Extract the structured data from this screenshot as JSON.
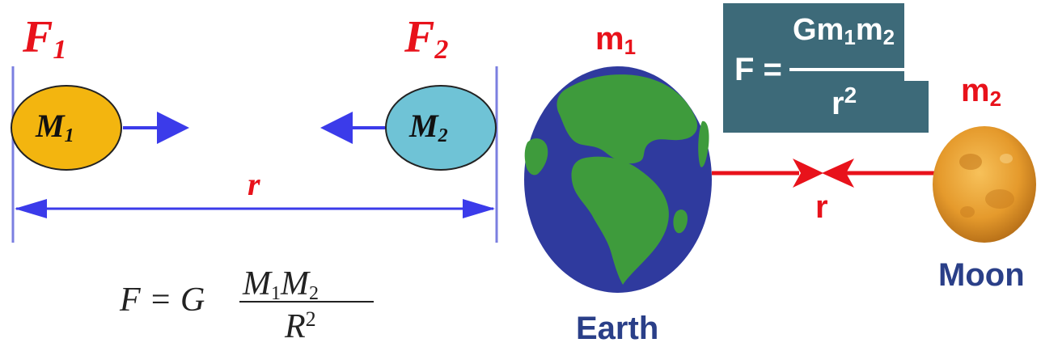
{
  "left_panel": {
    "force1": {
      "symbol": "F",
      "sub": "1"
    },
    "force2": {
      "symbol": "F",
      "sub": "2"
    },
    "mass1": {
      "symbol": "M",
      "sub": "1"
    },
    "mass2": {
      "symbol": "M",
      "sub": "2"
    },
    "distance": "r",
    "formula": {
      "lhs": "F = G",
      "num_a": "M",
      "num_a_sub": "1",
      "num_b": "M",
      "num_b_sub": "2",
      "den": "R",
      "den_sup": "2"
    }
  },
  "right_panel": {
    "earth": {
      "mass_symbol": "m",
      "mass_sub": "1",
      "name": "Earth"
    },
    "moon": {
      "mass_symbol": "m",
      "mass_sub": "2",
      "name": "Moon"
    },
    "distance": "r",
    "formula": {
      "lhs": "F =",
      "num": "Gm",
      "num_sub1": "1",
      "num_mid": "m",
      "num_sub2": "2",
      "den": "r",
      "den_sup": "2"
    }
  },
  "colors": {
    "force_red": "#e8121b",
    "arrow_blue": "#3b3bea",
    "guide_line": "#7b7fe0",
    "mass1_fill": "#f3b50f",
    "mass2_fill": "#6fc3d6",
    "ocean": "#2f3a9e",
    "land": "#3e9b3c",
    "moon": "#e59a2c",
    "formula_box": "#3d6a79",
    "name_text": "#2a3f88"
  }
}
